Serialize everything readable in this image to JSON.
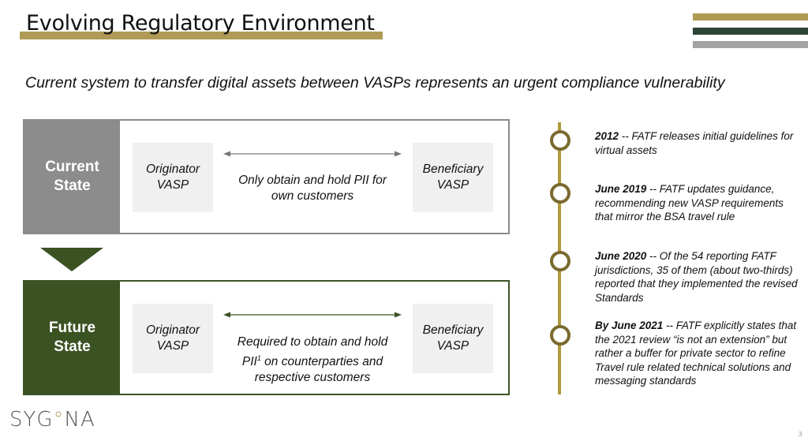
{
  "header": {
    "title": "Evolving Regulatory Environment",
    "subtitle": "Current system to transfer digital assets between VASPs represents an urgent compliance vulnerability"
  },
  "colors": {
    "gold": "#b09a55",
    "dark_green": "#2c4534",
    "state_green": "#3b5223",
    "gray": "#8c8c8c",
    "light_gray": "#a3a3a3"
  },
  "current_state": {
    "label_line1": "Current",
    "label_line2": "State",
    "originator_line1": "Originator",
    "originator_line2": "VASP",
    "beneficiary_line1": "Beneficiary",
    "beneficiary_line2": "VASP",
    "description_line1": "Only obtain and hold PII for",
    "description_line2": "own customers"
  },
  "future_state": {
    "label_line1": "Future",
    "label_line2": "State",
    "originator_line1": "Originator",
    "originator_line2": "VASP",
    "beneficiary_line1": "Beneficiary",
    "beneficiary_line2": "VASP",
    "description_line1": "Required to obtain and hold",
    "description_line2a": "PII",
    "description_sup": "1",
    "description_line2b": " on counterparties and",
    "description_line3": "respective customers"
  },
  "timeline": [
    {
      "date": "2012",
      "text": " -- FATF releases initial guidelines for virtual assets"
    },
    {
      "date": "June 2019",
      "text": " -- FATF updates guidance, recommending new VASP requirements that mirror the BSA travel rule"
    },
    {
      "date": "June 2020",
      "text": " -- Of the 54 reporting FATF jurisdictions, 35 of them (about two-thirds) reported that they implemented the revised Standards"
    },
    {
      "date": "By June 2021",
      "text": " -- FATF explicitly states that the 2021 review “is not an extension” but rather a buffer for private sector to refine Travel rule related technical solutions and messaging standards"
    }
  ],
  "footer": {
    "logo_part1": "SYG",
    "logo_o": "°",
    "logo_part2": "NA",
    "page_number": "3"
  }
}
